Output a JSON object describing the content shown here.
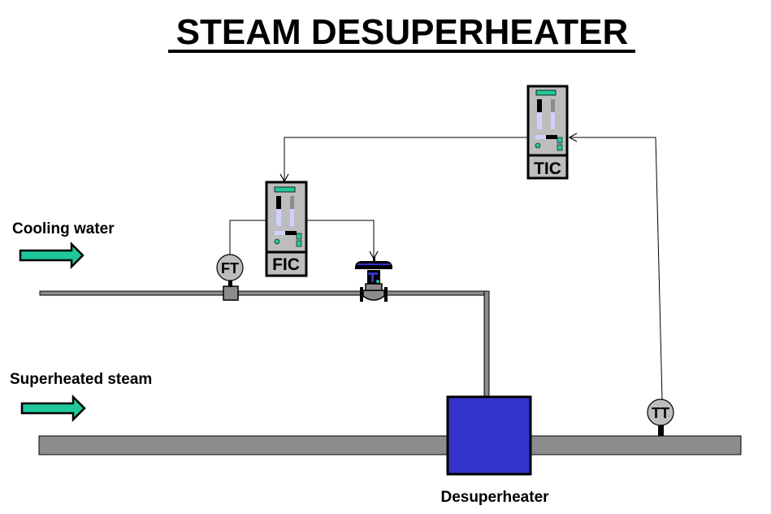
{
  "title": "STEAM DESUPERHEATER",
  "colors": {
    "pipe": "#8c8c8c",
    "desuperheater": "#3333cc",
    "arrow": "#1fc79a",
    "panel": "#bdbdbd",
    "panel_accent": "#22c79a",
    "bar_fill": "#d0d0ff",
    "signal_line": "#000000"
  },
  "streams": {
    "cooling_water": {
      "label": "Cooling water",
      "icon": "flow-arrow-icon"
    },
    "superheated_steam": {
      "label": "Superheated steam",
      "icon": "flow-arrow-icon"
    }
  },
  "equipment": {
    "desuperheater": {
      "label": "Desuperheater"
    }
  },
  "controllers": {
    "fic": {
      "tag": "FIC"
    },
    "tic": {
      "tag": "TIC"
    }
  },
  "instruments": {
    "ft": {
      "tag": "FT"
    },
    "tt": {
      "tag": "TT"
    }
  },
  "valve": {
    "icon": "control-valve-icon"
  }
}
